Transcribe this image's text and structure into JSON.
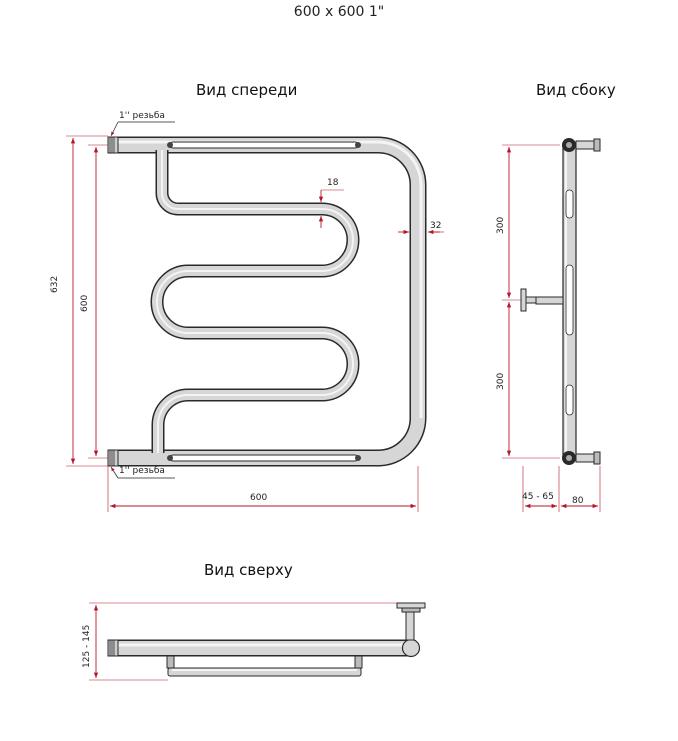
{
  "title": "600 x 600 1\"",
  "views": {
    "front": "Вид спереди",
    "side": "Вид сбоку",
    "top": "Вид сверху"
  },
  "labels": {
    "thread_top": "1'' резьба",
    "thread_bottom": "1'' резьба"
  },
  "dimensions": {
    "front_total_height": "632",
    "front_inner_height": "600",
    "front_width": "600",
    "pipe_gap": "18",
    "pipe_diameter": "32",
    "side_upper": "300",
    "side_lower": "300",
    "side_offset_wall": "45 - 65",
    "side_depth": "80",
    "top_depth": "125 - 145"
  },
  "colors": {
    "dimension": "#b5162b",
    "pipe_outline": "#2a2a2a",
    "pipe_fill": "#d6d6d6"
  }
}
